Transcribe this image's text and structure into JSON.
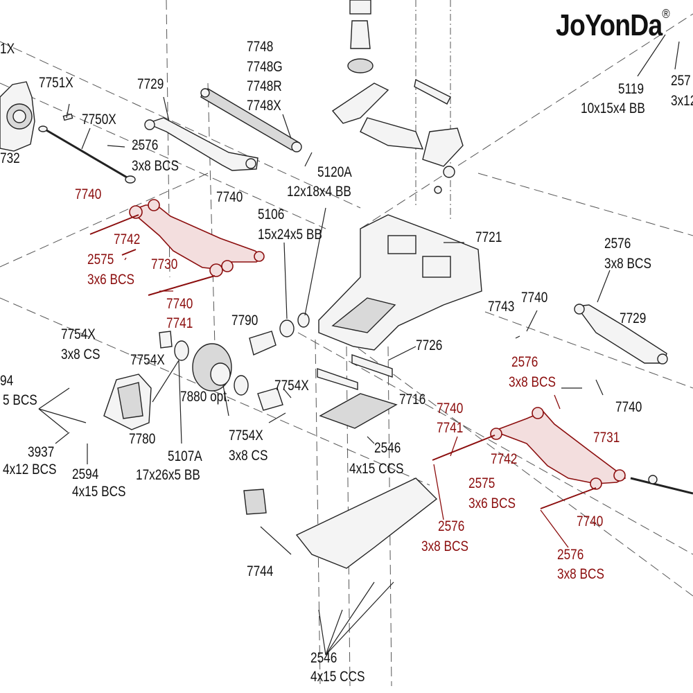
{
  "brand": {
    "name": "JoYonDa",
    "mark": "®"
  },
  "labels": {
    "l_1x": "1X",
    "l_732": "732",
    "l_7751x": "7751X",
    "l_7750x": "7750X",
    "l_7729_top": "7729",
    "l_2576_top": "2576",
    "l_3x8bcs_top": "3x8 BCS",
    "l_7748": "7748",
    "l_7748g": "7748G",
    "l_7748r": "7748R",
    "l_7748x": "7748X",
    "l_5120a": "5120A",
    "l_12x18x4": "12x18x4 BB",
    "l_5119": "5119",
    "l_10x15x4": "10x15x4 BB",
    "l_257": "257",
    "l_3x12": "3x12",
    "l_7740_topmid": "7740",
    "l_5106": "5106",
    "l_15x24x5": "15x24x5 BB",
    "l_7721": "7721",
    "l_7740_r1": "7740",
    "l_7742_l": "7742",
    "l_2575_l": "2575",
    "l_3x6bcs_l": "3x6 BCS",
    "l_7730": "7730",
    "l_7740_r2": "7740",
    "l_7741_l": "7741",
    "l_7790": "7790",
    "l_7726": "7726",
    "l_2576_right": "2576",
    "l_3x8bcs_right": "3x8 BCS",
    "l_7743": "7743",
    "l_7740_right": "7740",
    "l_7729_right": "7729",
    "l_7754x_l": "7754X",
    "l_3x8cs_l": "3x8 CS",
    "l_7754x_mid": "7754X",
    "l_94": "94",
    "l_5bcs": "5 BCS",
    "l_7880": "7880 opt.",
    "l_7754x_r": "7754X",
    "l_7716": "7716",
    "l_2576_redr": "2576",
    "l_3x8bcs_redr": "3x8 BCS",
    "l_7740_right2": "7740",
    "l_7740_red": "7740",
    "l_7741_red": "7741",
    "l_7731": "7731",
    "l_3937": "3937",
    "l_4x12bcs": "4x12 BCS",
    "l_7780": "7780",
    "l_5107a": "5107A",
    "l_17x26x5": "17x26x5 BB",
    "l_7754x_b": "7754X",
    "l_3x8cs_b": "3x8 CS",
    "l_2546_mid": "2546",
    "l_4x15ccs_mid": "4x15 CCS",
    "l_2594": "2594",
    "l_4x15bcs": "4x15 BCS",
    "l_7742_r": "7742",
    "l_2575_r": "2575",
    "l_3x6bcs_r": "3x6 BCS",
    "l_7740_red2": "7740",
    "l_2576_red_b": "2576",
    "l_3x8bcs_red_b": "3x8 BCS",
    "l_2576_red_br": "2576",
    "l_3x8bcs_red_br": "3x8 BCS",
    "l_7744": "7744",
    "l_2546_bot": "2546",
    "l_4x15ccs_bot": "4x15 CCS"
  },
  "colors": {
    "ink": "#111111",
    "highlight": "#8b0d0d",
    "background": "#ffffff"
  }
}
